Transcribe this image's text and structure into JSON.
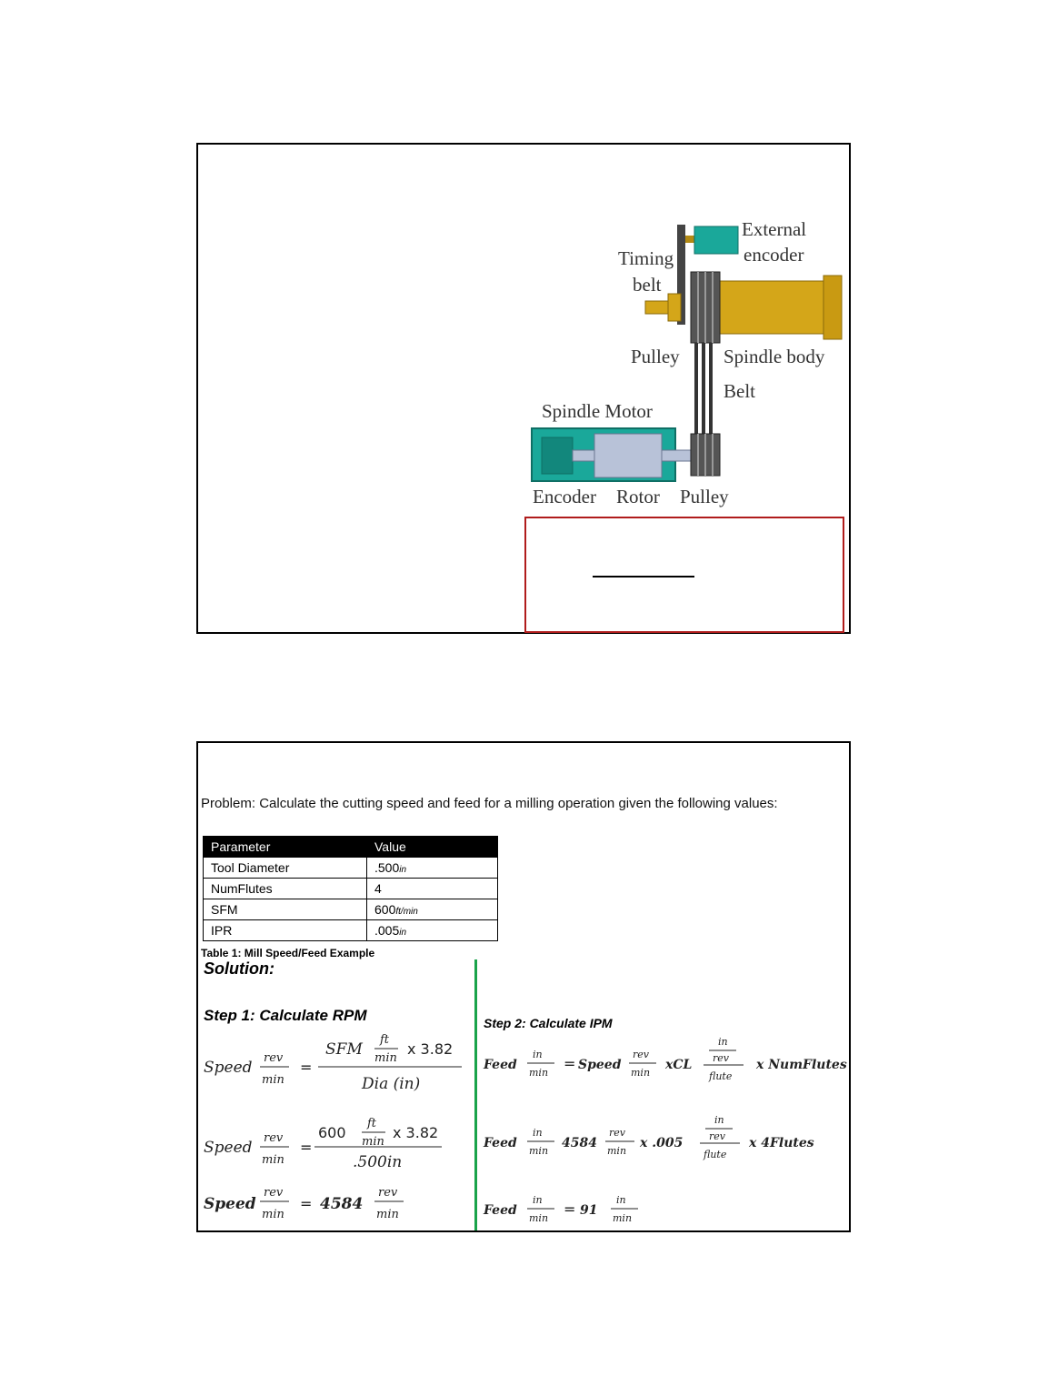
{
  "slide1": {
    "labels": {
      "external_encoder_1": "External",
      "external_encoder_2": "encoder",
      "timing_belt_1": "Timing",
      "timing_belt_2": "belt",
      "pulley_top": "Pulley",
      "spindle_body": "Spindle body",
      "belt": "Belt",
      "spindle_motor": "Spindle Motor",
      "encoder": "Encoder",
      "rotor": "Rotor",
      "pulley_bottom": "Pulley"
    },
    "colors": {
      "encoder_teal": "#1aa89a",
      "spindle_gold": "#d4a619",
      "rotor_silver": "#b8c2d8",
      "box_border": "#b01c1c"
    }
  },
  "slide2": {
    "problem": "Problem: Calculate the cutting speed and feed for a milling operation given the following values:",
    "table": {
      "headers": [
        "Parameter",
        "Value"
      ],
      "rows": [
        {
          "param": "Tool Diameter",
          "value": ".500",
          "unit": "in"
        },
        {
          "param": "NumFlutes",
          "value": "4",
          "unit": ""
        },
        {
          "param": "SFM",
          "value": "600",
          "unit": "ft/min"
        },
        {
          "param": "IPR",
          "value": ".005",
          "unit": "in"
        }
      ]
    },
    "caption": "Table 1: Mill Speed/Feed Example",
    "solution": "Solution:",
    "step1": "Step 1: Calculate RPM",
    "step2": "Step 2: Calculate IPM",
    "formulas": {
      "speed": "Speed",
      "feed": "Feed",
      "rev": "rev",
      "min": "min",
      "in": "in",
      "ft": "ft",
      "flute": "flute",
      "sfm": "SFM",
      "x382": "x 3.82",
      "dia": "Dia (in)",
      "sfm_value": "600",
      "dia_value": ".500in",
      "speed_result": "4584",
      "xcl": "xCL",
      "numflutes": "x NumFlutes",
      "feed_speed_value": "4584",
      "feed_ipr": "x .005",
      "four_flutes": "x 4Flutes",
      "feed_result": "91"
    },
    "colors": {
      "divider": "#1aa34a"
    }
  }
}
